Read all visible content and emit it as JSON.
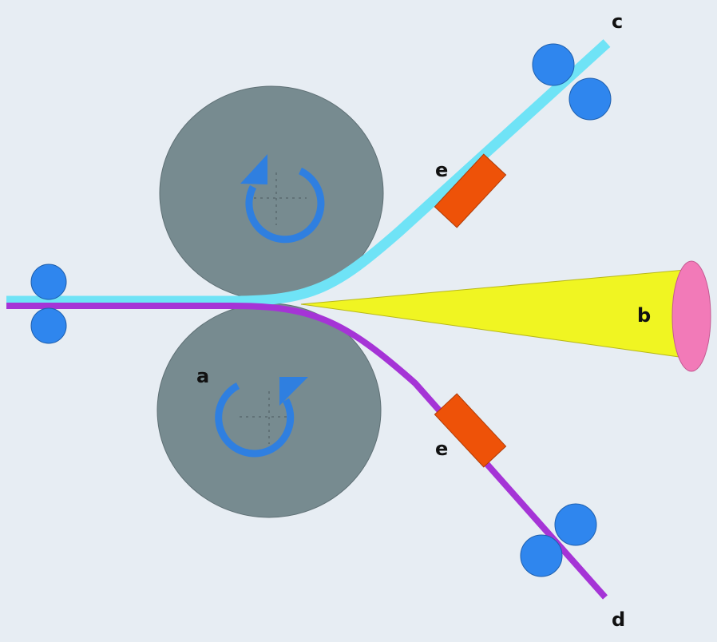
{
  "labels": {
    "a": "a",
    "b": "b",
    "c": "c",
    "d": "d",
    "e_upper": "e",
    "e_lower": "e"
  },
  "colors": {
    "background": "#e7edf3",
    "roller": "#778b90",
    "rotation_arrow": "#2f7fe0",
    "guide_roller": "#2f86ee",
    "upper_film": "#6fe3f6",
    "lower_film": "#a534d6",
    "heater": "#ee5208",
    "beam": "#f0f522",
    "beam_source": "#f27ab8"
  },
  "icons": {
    "upper_rotation": "rotation-arrow-icon",
    "lower_rotation": "rotation-arrow-icon"
  }
}
